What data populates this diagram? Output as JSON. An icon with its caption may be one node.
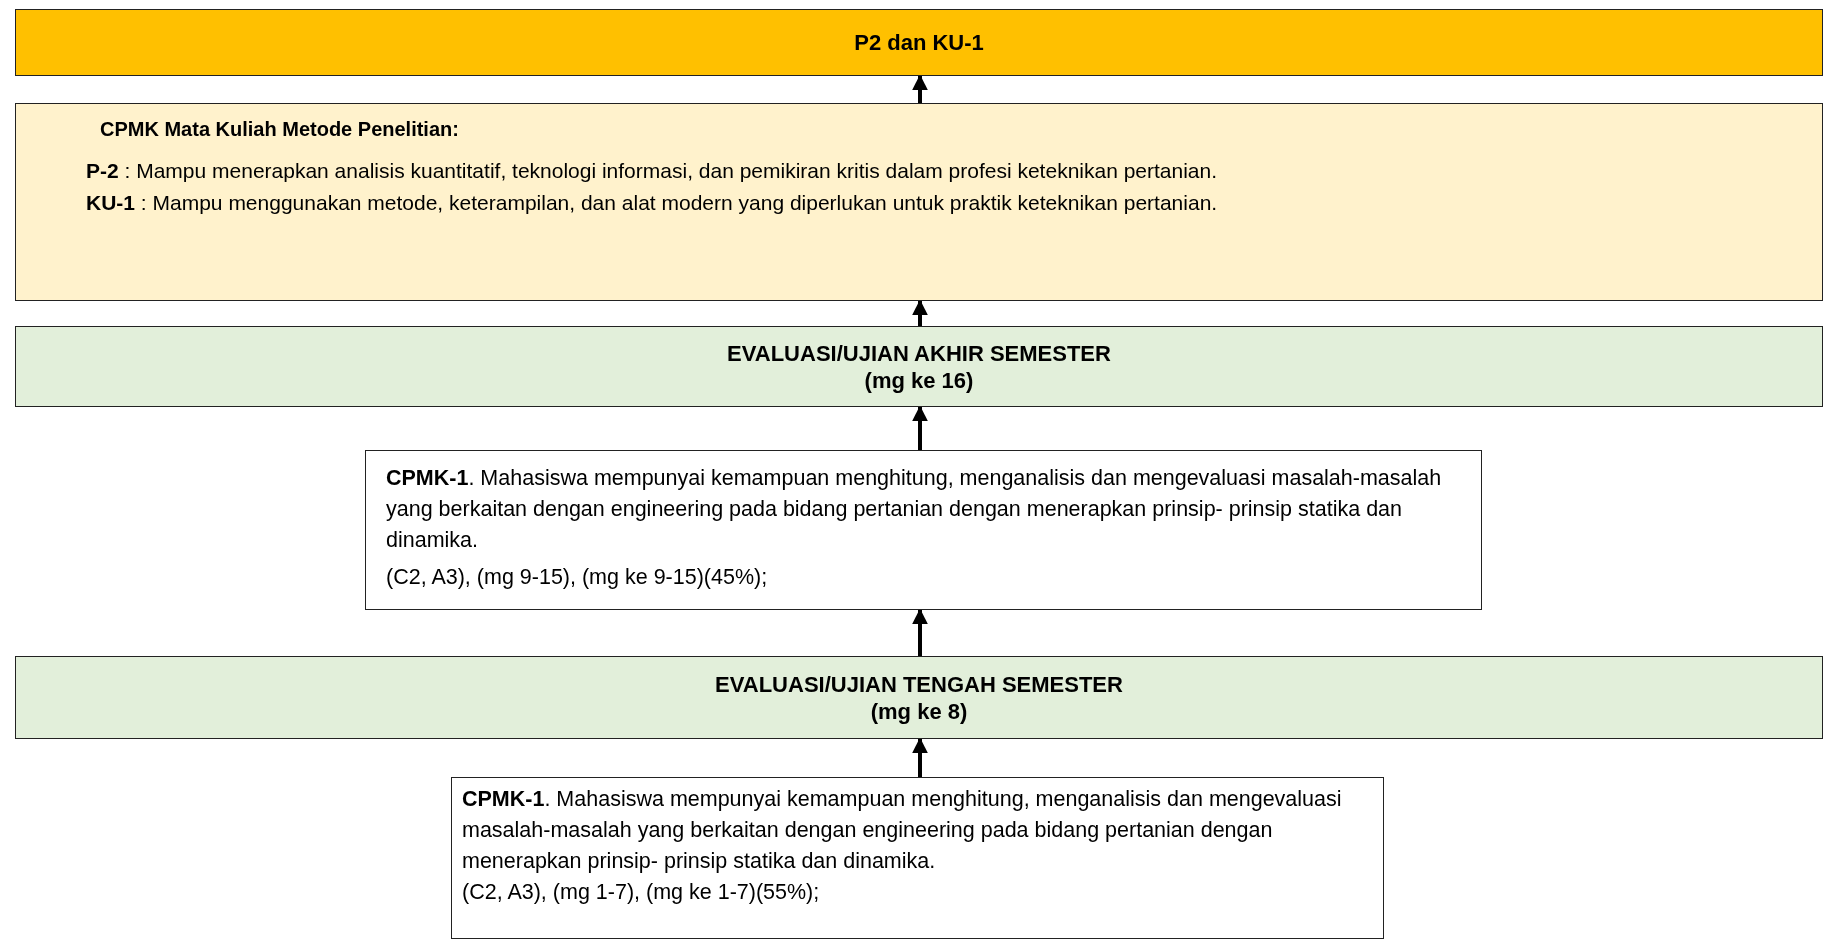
{
  "diagram": {
    "nodes": [
      {
        "text": [
          "P2 dan KU-1"
        ]
      },
      {
        "text": [
          "CPMK Mata Kuliah Metode Penelitian:",
          "**P-2**     : Mampu menerapkan analisis kuantitatif, teknologi informasi, dan pemikiran kritis dalam profesi keteknikan pertanian.",
          "**KU-1** : Mampu menggunakan metode, keterampilan, dan alat modern yang diperlukan untuk praktik keteknikan pertanian."
        ]
      },
      {
        "text": [
          "EVALUASI/UJIAN AKHIR SEMESTER",
          "(mg ke 16)"
        ]
      },
      {
        "text": [
          "**CPMK-1**. Mahasiswa mempunyai kemampuan menghitung, menganalisis dan mengevaluasi masalah-masalah yang berkaitan dengan engineering pada bidang pertanian dengan menerapkan prinsip- prinsip statika dan dinamika.",
          "(C2, A3), (mg 9-15), (mg ke 9-15)(45%);"
        ]
      },
      {
        "text": [
          "EVALUASI/UJIAN TENGAH SEMESTER",
          "(mg ke 8)"
        ]
      },
      {
        "text": [
          "**CPMK-1**. Mahasiswa mempunyai kemampuan menghitung, menganalisis dan mengevaluasi masalah-masalah yang berkaitan dengan engineering pada bidang pertanian dengan menerapkan prinsip- prinsip statika dan dinamika.",
          "(C2, A3), (mg 1-7), (mg ke 1-7)(55%);"
        ]
      }
    ],
    "edges": [
      {
        "from": 5,
        "to": 4,
        "arrow": "to"
      },
      {
        "from": 4,
        "to": 3,
        "arrow": "to"
      },
      {
        "from": 3,
        "to": 2,
        "arrow": "to"
      },
      {
        "from": 2,
        "to": 1,
        "arrow": "to"
      },
      {
        "from": 1,
        "to": 0,
        "arrow": "to"
      }
    ]
  }
}
